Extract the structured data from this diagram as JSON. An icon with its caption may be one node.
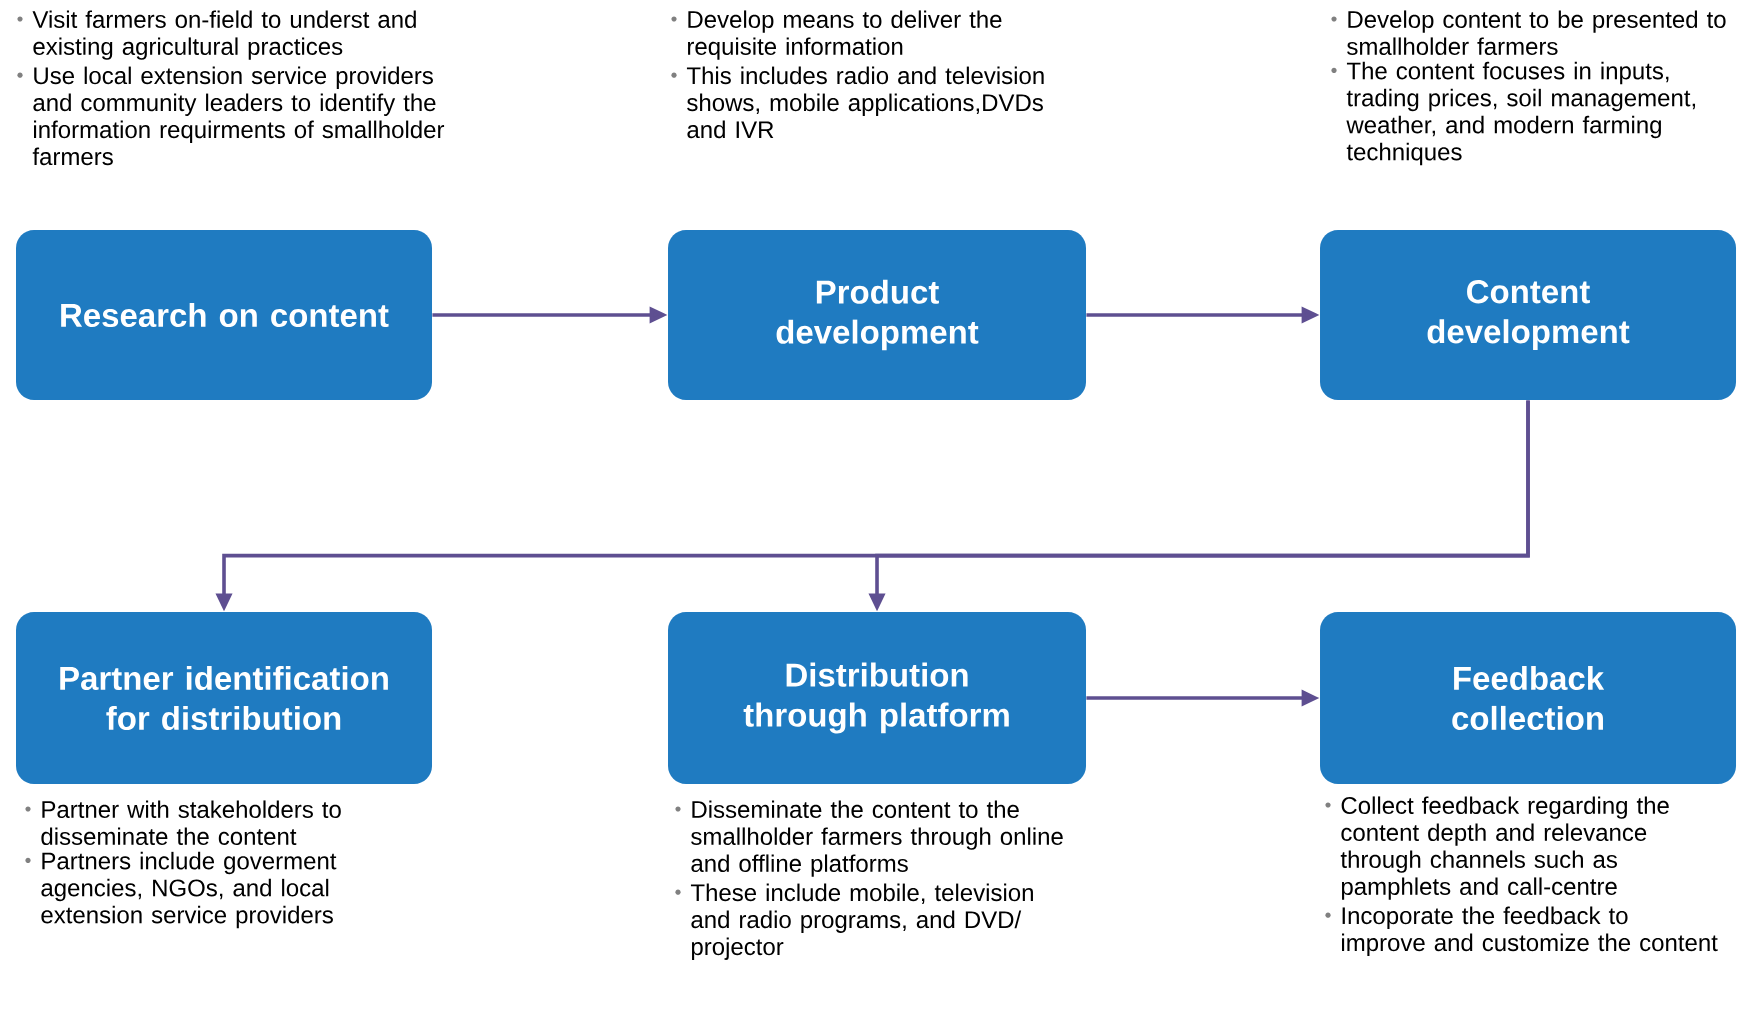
{
  "diagram": {
    "nodes": [
      {
        "text": [
          "Research on content"
        ],
        "beside": [
          "Visit farmers on-field to underst and existing agricultural practices",
          "Use local extension service providers and community leaders to identify the information requirments of smallholder farmers"
        ]
      },
      {
        "text": [
          "Product development"
        ],
        "beside": [
          "Develop means to deliver the requisite information",
          "This includes radio and television shows, mobile applications,DVDs and IVR"
        ]
      },
      {
        "text": [
          "Content development"
        ],
        "beside": [
          "Develop content to be presented to smallholder farmers",
          "The content focuses in inputs, trading prices, soil management, weather,  and modern farming techniques"
        ]
      },
      {
        "text": [
          "Partner identification for distribution"
        ],
        "beside": [
          "Partner with stakeholders to disseminate the content",
          "Partners include goverment agencies, NGOs, and local extension service providers"
        ]
      },
      {
        "text": [
          "Distribution through platform"
        ],
        "beside": [
          "Disseminate the content to the smallholder farmers through online and offline platforms",
          "These include mobile, television and radio programs, and DVD/ projector"
        ]
      },
      {
        "text": [
          "Feedback collection"
        ],
        "beside": [
          "Collect feedback regarding the content depth and relevance through channels such as pamphlets and call-centre",
          "Incoporate the feedback to improve and customize the content"
        ]
      }
    ],
    "edges": [
      {
        "from": 0,
        "to": 1,
        "arrow": "to"
      },
      {
        "from": 1,
        "to": 2,
        "arrow": "to"
      },
      {
        "from": 2,
        "to": 3,
        "arrow": "to"
      },
      {
        "from": 2,
        "to": 4,
        "arrow": "to"
      },
      {
        "from": 4,
        "to": 5,
        "arrow": "to"
      }
    ]
  }
}
